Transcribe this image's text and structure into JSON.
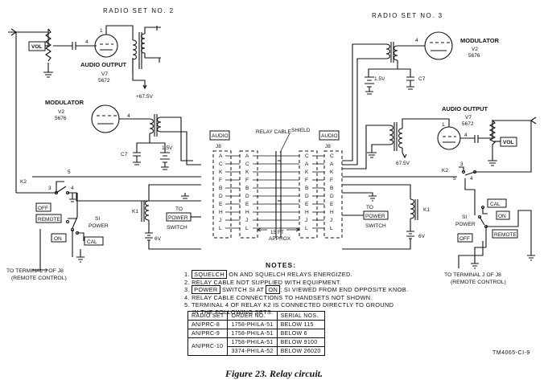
{
  "title_left": "RADIO SET NO. 2",
  "title_right": "RADIO SET NO. 3",
  "labels": {
    "vol": "VOL",
    "audio_output": "AUDIO OUTPUT",
    "v7": "V7",
    "tube_5672": "5672",
    "modulator": "MODULATOR",
    "v2": "V2",
    "tube_5676": "5676",
    "plus_675v": "+67.5V",
    "v675": "67.5V",
    "v15": "1.5V",
    "c7": "C7",
    "audio": "AUDIO",
    "j8": "J8",
    "relay_cable": "RELAY CABLE",
    "shield": "SHIELD",
    "k2": "K2",
    "k1": "K1",
    "v6": "6V",
    "off": "OFF",
    "remote": "REMOTE",
    "on": "ON",
    "cal": "CAL",
    "s1": "SI",
    "power": "POWER",
    "to": "TO",
    "power_switch_a": "POWER",
    "switch": "SWITCH",
    "ft15": "15 FT",
    "approx": "APPROX",
    "to_terminal": "TO TERMINAL J OF J8",
    "remote_control": "(REMOTE CONTROL)",
    "pin_4": "4",
    "pin_1": "1",
    "pin_3": "3",
    "pin_5": "5"
  },
  "pins_left": [
    "A",
    "C",
    "K",
    "F",
    "B",
    "D",
    "E",
    "H",
    "J",
    "L"
  ],
  "pins_right": [
    "C",
    "A",
    "K",
    "F",
    "B",
    "D",
    "E",
    "H",
    "J",
    "L"
  ],
  "notes": {
    "title": "NOTES:",
    "n1_box": "SQUELCH",
    "n1_rest": "ON AND SQUELCH RELAYS ENERGIZED.",
    "n2": "2. RELAY CABLE NOT SUPPLIED WITH EQUIPMENT.",
    "n3_a": "3.",
    "n3_box1": "POWER",
    "n3_b": "SWITCH SI AT",
    "n3_box2": "ON",
    "n3_c": "; SI VIEWED FROM END OPPOSITE KNOB.",
    "n4": "4. RELAY CABLE CONNECTIONS TO HANDSETS NOT SHOWN.",
    "n5a": "5. TERMINAL 4 OF RELAY K2 IS CONNECTED DIRECTLY TO GROUND",
    "n5b": "IN THE FOLLOWING SETS:",
    "n1_num": "1."
  },
  "table": {
    "headers": [
      "RADIO SET",
      "ORDER NO.",
      "SERIAL NOS."
    ],
    "rows": [
      [
        "AN/PRC-8",
        "1758-PHILA-51",
        "BELOW 115"
      ],
      [
        "AN/PRC-9",
        "1758-PHILA-51",
        "BELOW 6"
      ],
      [
        "AN/PRC-10",
        "1758-PHILA-51",
        "BELOW 9100"
      ],
      [
        "",
        "3374-PHILA-52",
        "BELOW 26020"
      ]
    ]
  },
  "figure_id": "TM4065-CI-9",
  "caption": "Figure 23. Relay circuit."
}
